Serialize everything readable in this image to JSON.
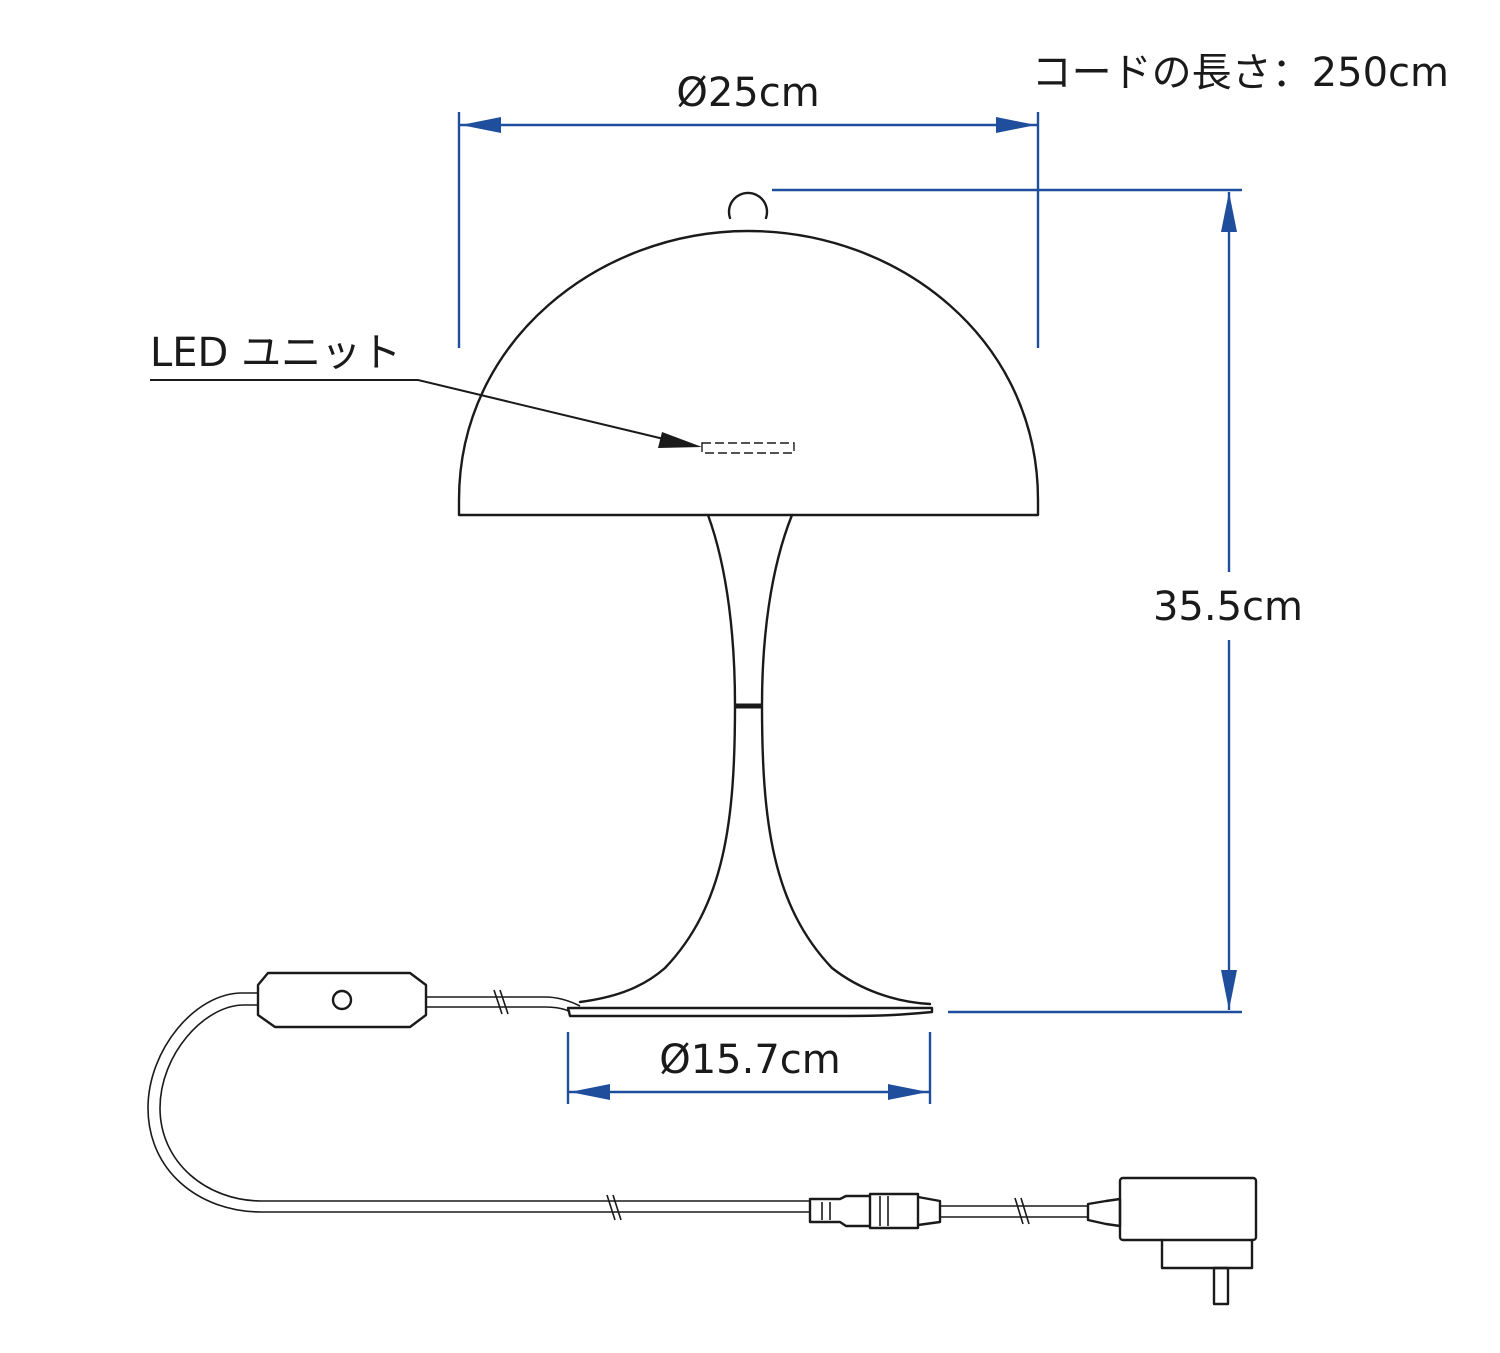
{
  "labels": {
    "cord_length": "コードの長さ：250cm",
    "shade_diameter": "Ø25cm",
    "height": "35.5cm",
    "base_diameter": "Ø15.7cm",
    "led_unit": "LED ユニット"
  },
  "colors": {
    "dimension": "#1f4e9c",
    "outline": "#1a1a1a",
    "background": "#ffffff"
  }
}
